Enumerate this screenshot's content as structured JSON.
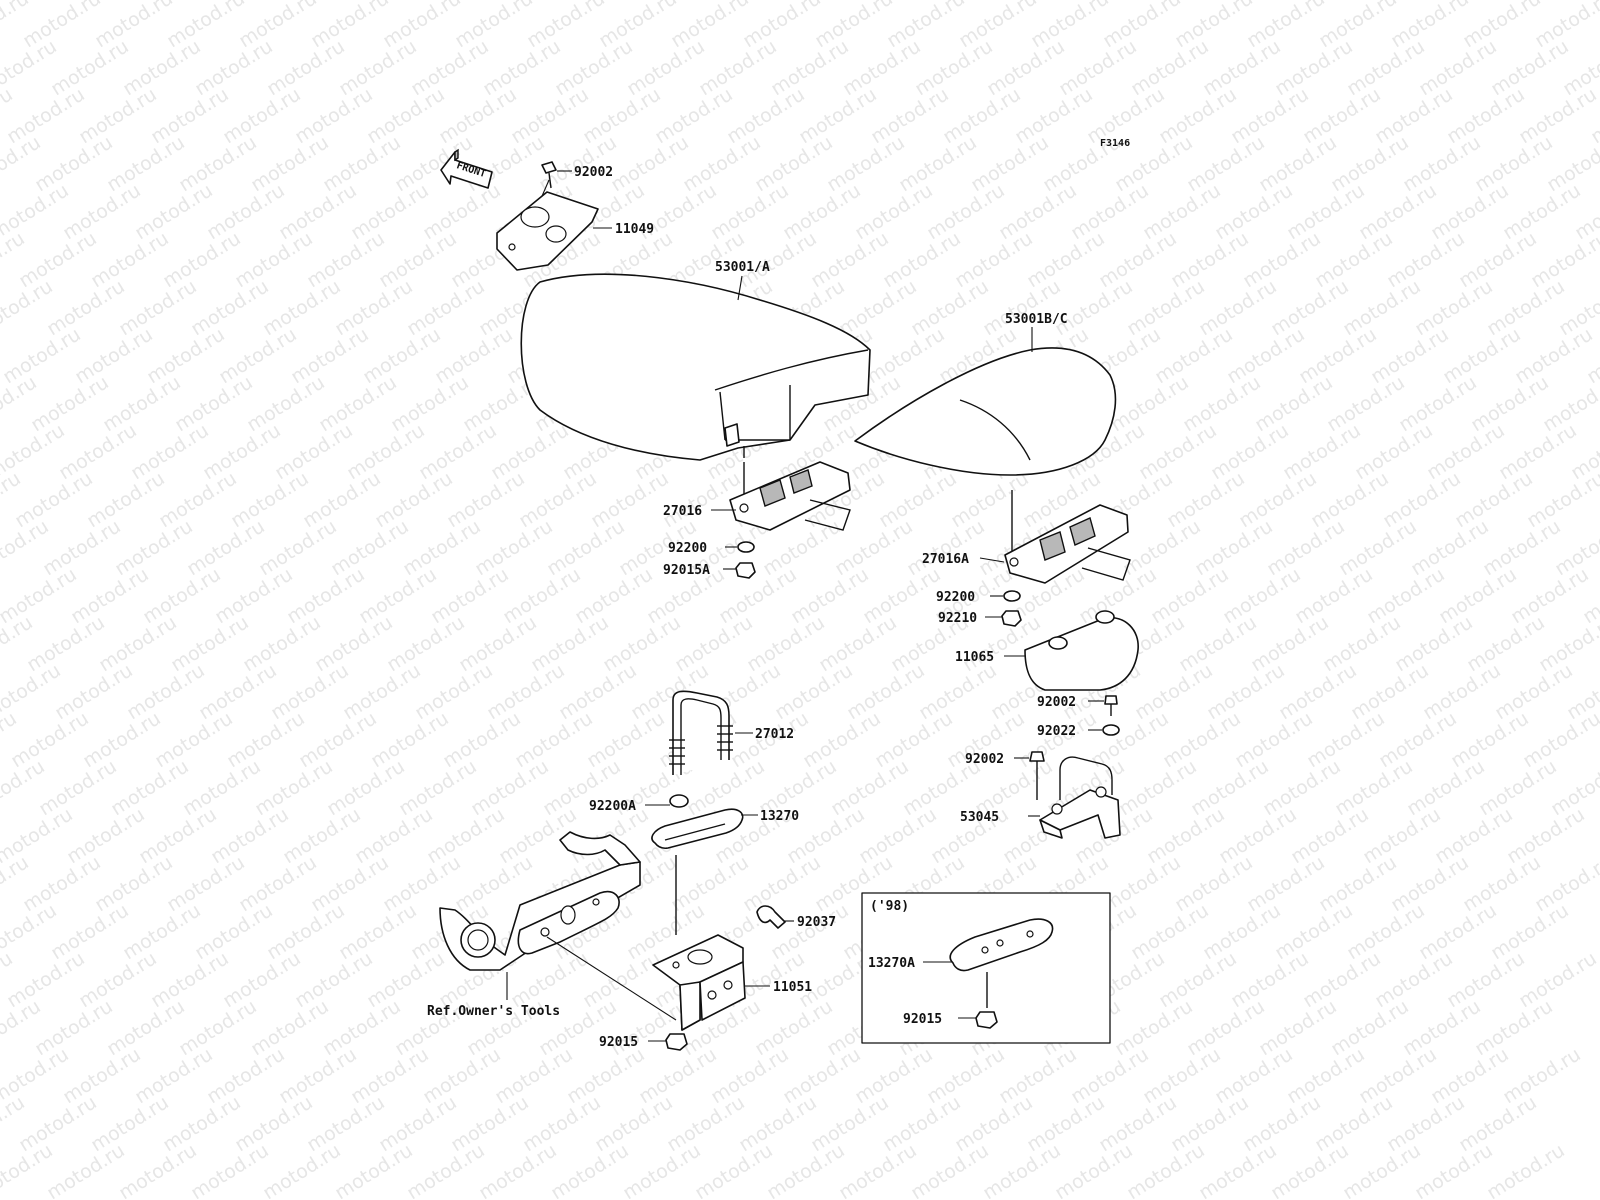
{
  "figure_code": "F3146",
  "front_arrow_label": "FRONT",
  "watermark": "motod.ru",
  "parts": {
    "p11049": "11049",
    "p92002_top": "92002",
    "p53001A": "53001/A",
    "p53001BC": "53001B/C",
    "p27016": "27016",
    "p92200_a": "92200",
    "p92015A": "92015A",
    "p27016A": "27016A",
    "p92200_b": "92200",
    "p92210": "92210",
    "p11065": "11065",
    "p92002_r1": "92002",
    "p92022": "92022",
    "p92002_r2": "92002",
    "p53045": "53045",
    "p27012": "27012",
    "p92200A": "92200A",
    "p13270": "13270",
    "p92037": "92037",
    "p11051": "11051",
    "p92015": "92015",
    "ref_owners_tools": "Ref.Owner's Tools"
  },
  "inset": {
    "year_label": "('98)",
    "p13270A": "13270A",
    "p92015": "92015"
  }
}
